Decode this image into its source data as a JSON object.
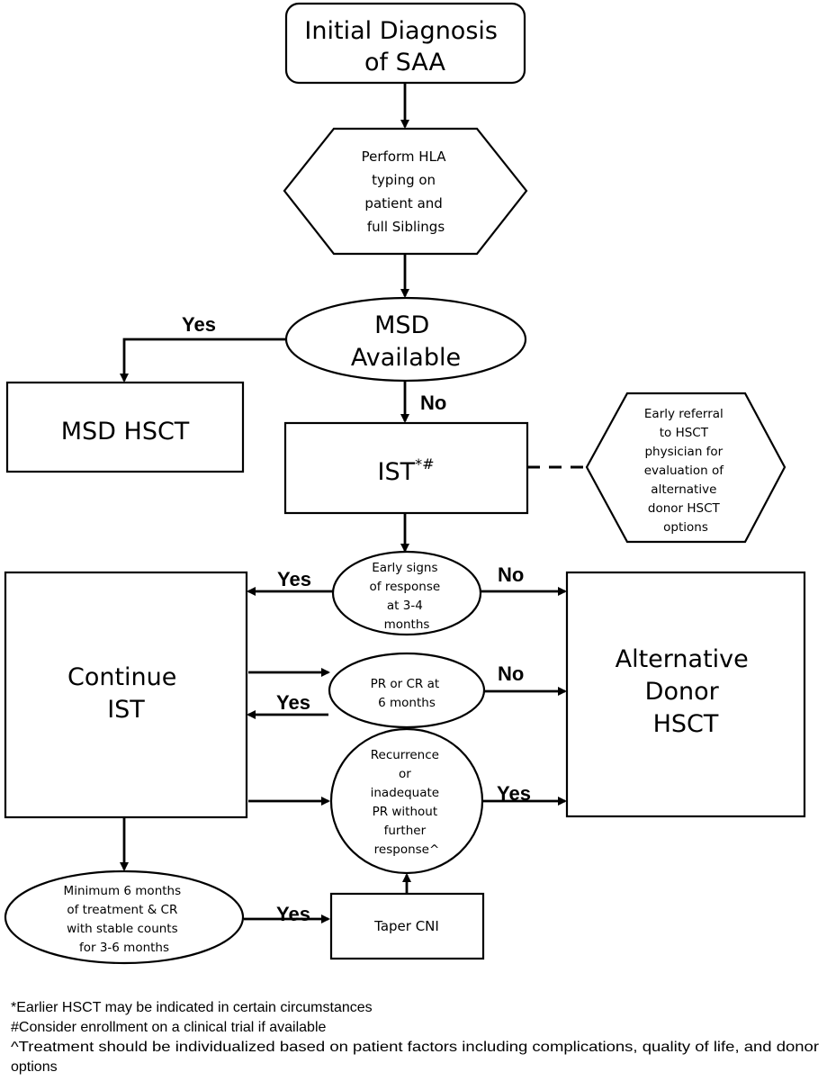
{
  "nodes": {
    "initial_diagnosis": [
      "Initial Diagnosis",
      "of SAA"
    ],
    "hla_typing": [
      "Perform HLA",
      "typing on",
      "patient and",
      "full Siblings"
    ],
    "msd_available": [
      "MSD",
      "Available"
    ],
    "msd_hsct": [
      "MSD HSCT"
    ],
    "ist": {
      "text": "IST",
      "sup": "*#"
    },
    "early_referral": [
      "Early referral",
      "to HSCT",
      "physician for",
      "evaluation of",
      "alternative",
      "donor HSCT",
      "options"
    ],
    "early_signs": [
      "Early signs",
      "of response",
      "at 3-4",
      "months"
    ],
    "continue_ist": [
      "Continue",
      "IST"
    ],
    "pr_cr_6m": [
      "PR or CR at",
      "6 months"
    ],
    "alt_donor_hsct": [
      "Alternative",
      "Donor",
      "HSCT"
    ],
    "recurrence": [
      "Recurrence",
      "or",
      "inadequate",
      "PR without",
      "further",
      "response^"
    ],
    "min_6_months": [
      "Minimum 6 months",
      "of treatment & CR",
      "with stable counts",
      "for 3-6 months"
    ],
    "taper_cni": [
      "Taper CNI"
    ]
  },
  "edge_labels": {
    "msd_yes": "Yes",
    "msd_no": "No",
    "early_yes": "Yes",
    "early_no": "No",
    "pr_no": "No",
    "pr_yes": "Yes",
    "recurrence_yes": "Yes",
    "min_yes": "Yes"
  },
  "footnotes": [
    "*Earlier HSCT may be indicated in certain circumstances",
    "#Consider enrollment on a clinical trial if available",
    "^Treatment should be individualized based on patient factors including complications, quality of life, and donor",
    "options"
  ]
}
